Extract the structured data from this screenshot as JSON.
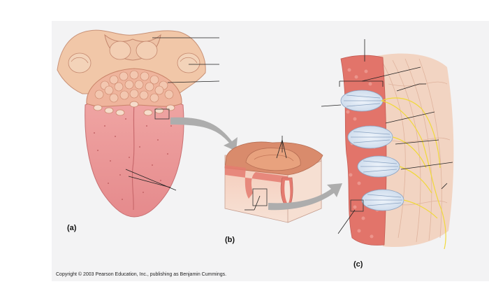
{
  "figure": {
    "panel_labels": {
      "a": "(a)",
      "b": "(b)",
      "c": "(c)"
    },
    "copyright": "Copyright © 2003 Pearson Education, Inc., publishing as Benjamin Cummings."
  },
  "colors": {
    "background": "#f3f3f4",
    "tongue": "#e98f8f",
    "tongue_dark": "#d8797c",
    "papillae": "#efb8a0",
    "epithelium": "#e97c74",
    "connective": "#f2d2c0",
    "nerve": "#f1dc3c",
    "arrow": "#a9a9a9",
    "leader": "#222222"
  }
}
